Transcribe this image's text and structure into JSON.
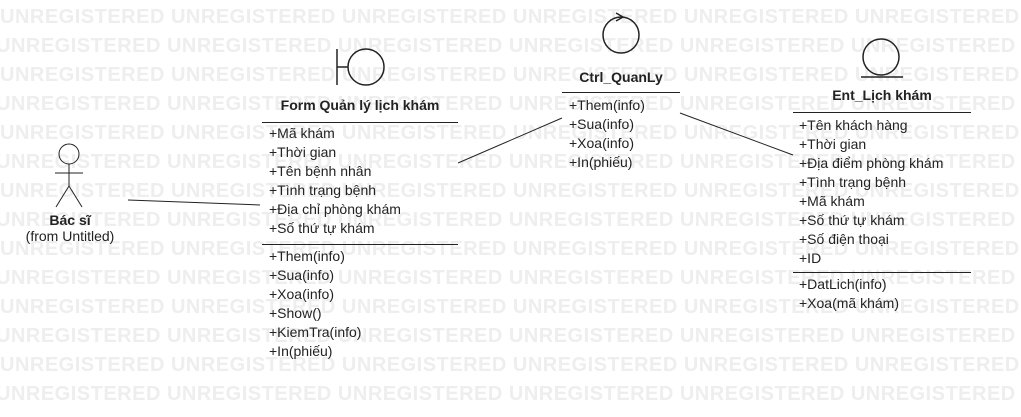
{
  "watermark": {
    "text": "UNREGISTERED",
    "color": "#eeeeee"
  },
  "actor": {
    "name": "Bác sĩ",
    "note": "(from Untitled)"
  },
  "classes": {
    "form": {
      "stereotype": "boundary",
      "name": "Form Quản lý lịch khám",
      "attributes": [
        "+Mã khám",
        "+Thời gian",
        "+Tên bệnh nhân",
        "+Tình trạng bệnh",
        "+Địa chỉ phòng khám",
        "+Số thứ tự khám"
      ],
      "operations": [
        "+Them(info)",
        "+Sua(info)",
        "+Xoa(info)",
        "+Show()",
        "+KiemTra(info)",
        "+In(phiếu)"
      ]
    },
    "ctrl": {
      "stereotype": "control",
      "name": "Ctrl_QuanLy",
      "operations": [
        "+Them(info)",
        "+Sua(info)",
        "+Xoa(info)",
        "+In(phiếu)"
      ]
    },
    "entity": {
      "stereotype": "entity",
      "name": "Ent_Lịch khám",
      "attributes": [
        "+Tên khách hàng",
        "+Thời gian",
        "+Địa điểm phòng khám",
        "+Tình trạng bệnh",
        "+Mã khám",
        "+Số thứ tự khám",
        "+Số điện thoại",
        "+ID"
      ],
      "operations": [
        "+DatLich(info)",
        "+Xoa(mã khám)"
      ]
    }
  }
}
